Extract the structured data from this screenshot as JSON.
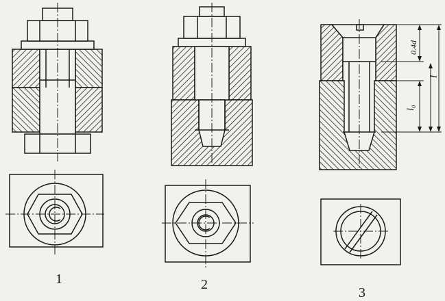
{
  "figure": {
    "labels": {
      "view_1": "1",
      "view_2": "2",
      "view_3": "3"
    },
    "dimensions": {
      "head_depth": "0.4d",
      "length": "l",
      "thread_length": "l₀"
    }
  }
}
